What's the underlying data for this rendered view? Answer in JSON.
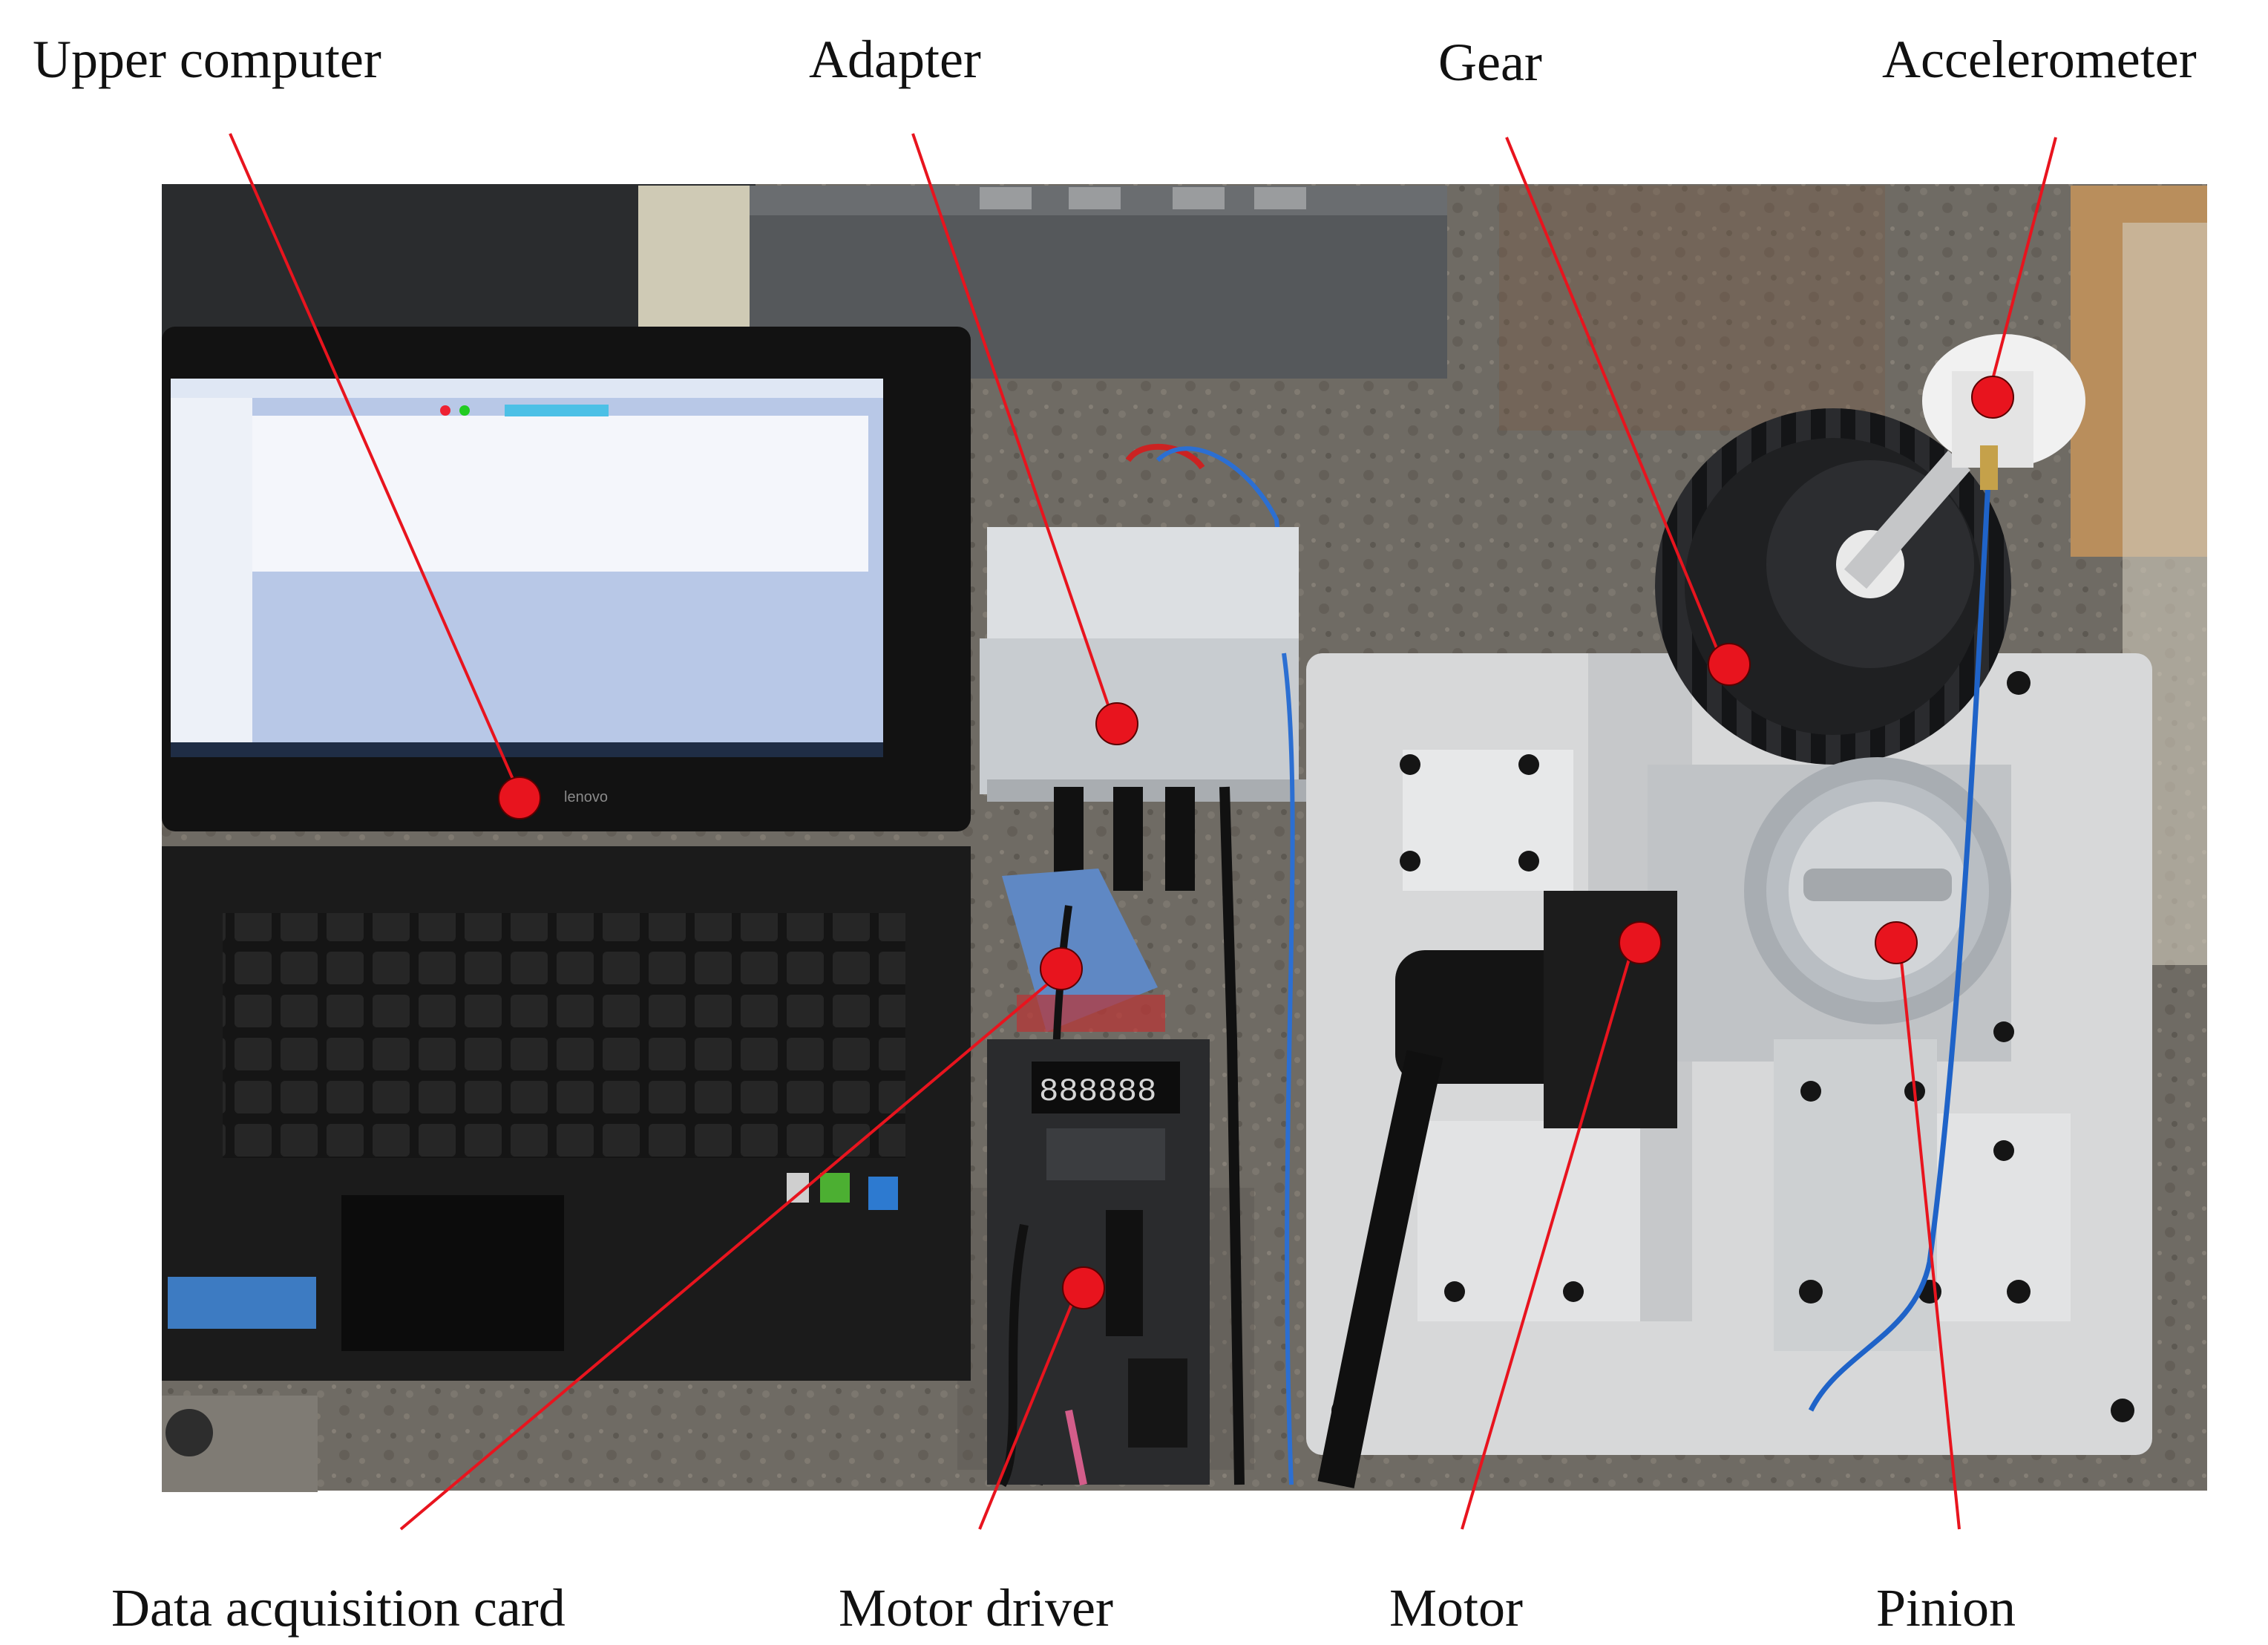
{
  "labels": {
    "upper_computer": "Upper computer",
    "adapter": "Adapter",
    "gear": "Gear",
    "accelerometer": "Accelerometer",
    "data_acquisition_card": "Data acquisition card",
    "motor_driver": "Motor driver",
    "motor": "Motor",
    "pinion": "Pinion"
  },
  "laptop_brand": "lenovo",
  "driver_display": "888888",
  "colors": {
    "callout_line": "#e8141e",
    "marker": "#e8141e",
    "bench": "#6e6a63",
    "plate": "#d9dadb",
    "gear": "#1a1b1d",
    "screen": "#b7c7e6"
  }
}
